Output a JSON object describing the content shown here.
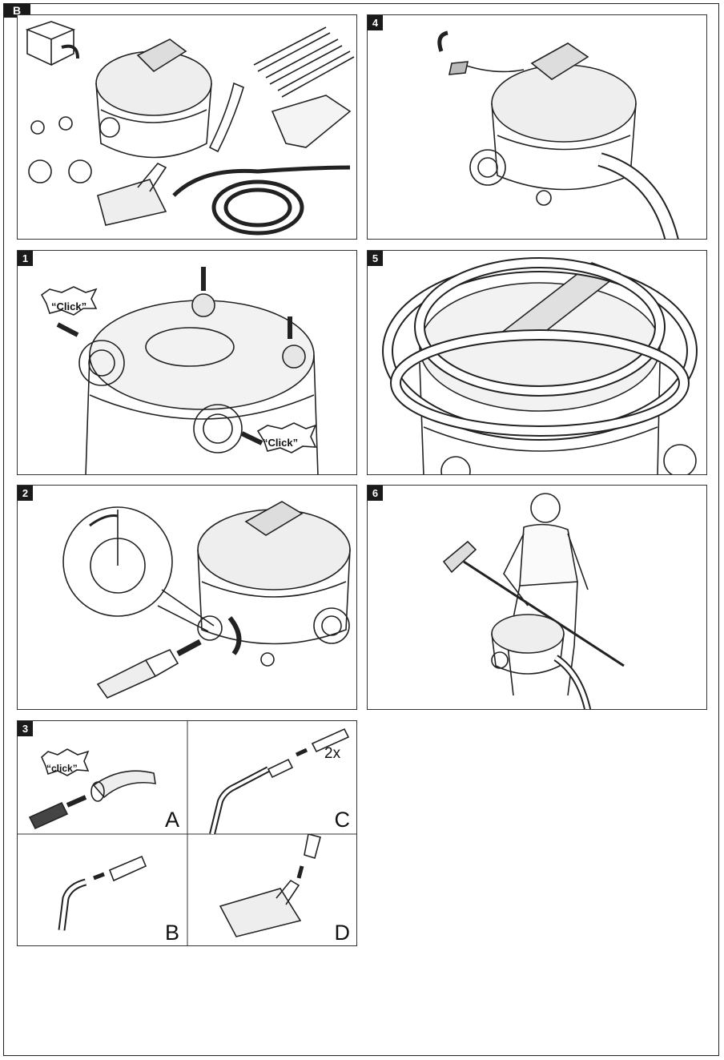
{
  "sheet": {
    "tab_label": "B"
  },
  "panels": {
    "contents": {
      "label": ""
    },
    "p1": {
      "label": "1",
      "click_left": "“Click”",
      "click_right": "“Click”"
    },
    "p2": {
      "label": "2"
    },
    "p3": {
      "label": "3",
      "click": "“click”",
      "sub_a": "A",
      "sub_b": "B",
      "sub_c": "C",
      "sub_d": "D",
      "twox": "2x"
    },
    "p4": {
      "label": "4"
    },
    "p5": {
      "label": "5"
    },
    "p6": {
      "label": "6"
    }
  },
  "icons": [
    "unbox-arrow-icon",
    "push-arrow-icon",
    "rotate-arrow-icon",
    "click-burst-icon"
  ]
}
